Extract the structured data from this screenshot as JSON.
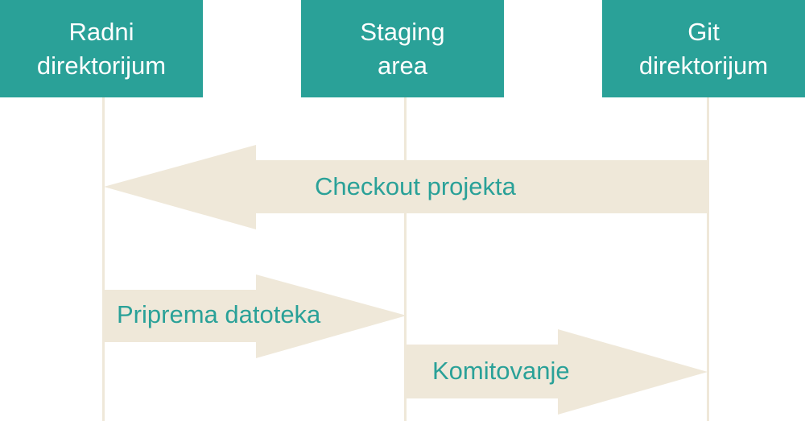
{
  "colors": {
    "stage_box": "#2aa198",
    "stage_text": "#ffffff",
    "arrow_fill": "#efe8d9",
    "arrow_text": "#2aa198",
    "lifeline": "#efe8d9"
  },
  "stages": [
    {
      "label": "Radni\ndirektorijum"
    },
    {
      "label": "Staging\narea"
    },
    {
      "label": "Git\ndirektorijum"
    }
  ],
  "arrows": [
    {
      "label": "Checkout projekta",
      "from": "Git\ndirektorijum",
      "to": "Radni\ndirektorijum"
    },
    {
      "label": "Priprema datoteka",
      "from": "Radni\ndirektorijum",
      "to": "Staging\narea"
    },
    {
      "label": "Komitovanje",
      "from": "Staging\narea",
      "to": "Git\ndirektorijum"
    }
  ]
}
